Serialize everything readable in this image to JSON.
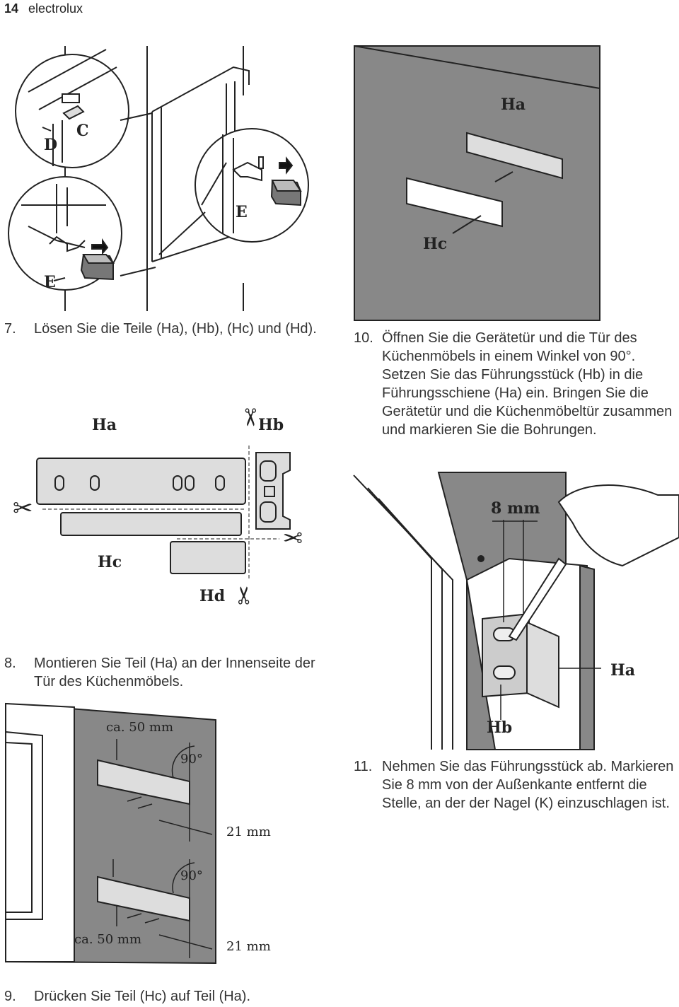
{
  "header": {
    "page_number": "14",
    "brand": "electrolux"
  },
  "steps": {
    "s7": {
      "num": "7.",
      "text": "Lösen Sie die Teile (Ha), (Hb), (Hc) und (Hd)."
    },
    "s8": {
      "num": "8.",
      "text": "Montieren Sie Teil (Ha) an der Innenseite der Tür des Küchenmöbels."
    },
    "s9": {
      "num": "9.",
      "text": "Drücken Sie Teil (Hc) auf Teil (Ha)."
    },
    "s10": {
      "num": "10.",
      "text": "Öffnen Sie die Gerätetür und die Tür des Küchenmöbels in einem Winkel von 90°. Setzen Sie das Führungsstück (Hb) in die Führungsschiene (Ha) ein. Bringen Sie die Gerätetür und die Küchenmöbeltür zusammen und markieren Sie die Bohrungen."
    },
    "s11": {
      "num": "11.",
      "text": "Nehmen Sie das Führungsstück ab. Markieren Sie 8 mm von der Außenkante entfernt die Stelle, an der der Nagel (K) einzuschlagen ist."
    }
  },
  "figure_labels": {
    "fig1": {
      "d": "D",
      "c": "C",
      "e1": "E",
      "e2": "E"
    },
    "fig2": {
      "ha": "Ha",
      "hc": "Hc"
    },
    "fig3": {
      "ha": "Ha",
      "hb": "Hb",
      "hc": "Hc",
      "hd": "Hd"
    },
    "fig4": {
      "dist1": "ca. 50 mm",
      "dist2": "ca. 50 mm",
      "angle1": "90°",
      "angle2": "90°",
      "gap1": "21 mm",
      "gap2": "21 mm"
    },
    "fig5": {
      "dist": "8 mm",
      "ha": "Ha",
      "hb": "Hb"
    }
  }
}
